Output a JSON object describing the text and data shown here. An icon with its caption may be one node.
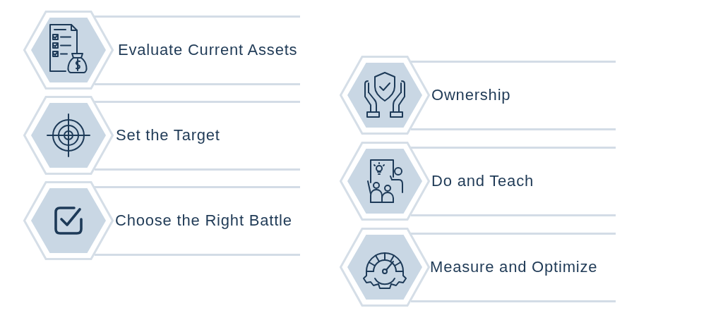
{
  "diagram": {
    "nodes": [
      {
        "text": [
          "Evaluate Current Assets"
        ]
      },
      {
        "text": [
          "Set the Target"
        ]
      },
      {
        "text": [
          "Choose the Right Battle"
        ]
      },
      {
        "text": [
          "Ownership"
        ]
      },
      {
        "text": [
          "Do and Teach"
        ]
      },
      {
        "text": [
          "Measure and Optimize"
        ]
      }
    ]
  }
}
